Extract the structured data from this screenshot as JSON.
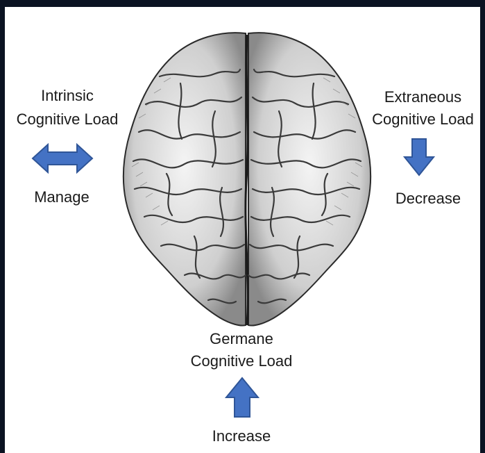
{
  "intrinsic": {
    "title_line1": "Intrinsic",
    "title_line2": "Cognitive Load",
    "action": "Manage",
    "arrow_icon": "double-horizontal-arrow-icon"
  },
  "extraneous": {
    "title_line1": "Extraneous",
    "title_line2": "Cognitive Load",
    "action": "Decrease",
    "arrow_icon": "down-arrow-icon"
  },
  "germane": {
    "title_line1": "Germane",
    "title_line2": "Cognitive Load",
    "action": "Increase",
    "arrow_icon": "up-arrow-icon"
  },
  "colors": {
    "arrow_fill": "#4472c4",
    "arrow_stroke": "#2f5597",
    "frame": "#0b1322",
    "text": "#1a1a1a"
  },
  "center_image": "brain-illustration"
}
